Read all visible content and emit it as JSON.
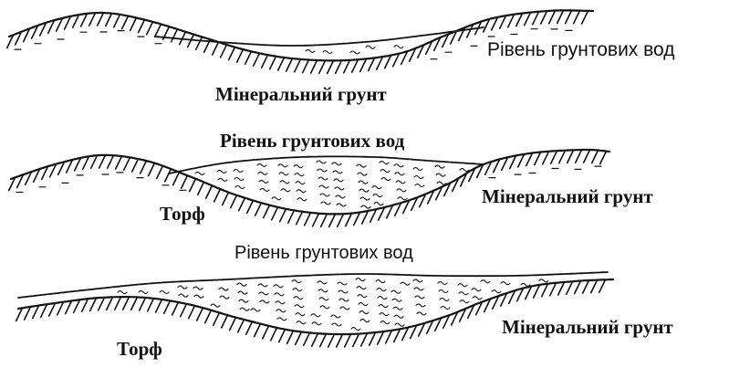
{
  "panels": [
    {
      "id": "stage-1",
      "labels": {
        "water_level": "Рівень грунтових вод",
        "mineral_soil": "Мінеральний грунт"
      }
    },
    {
      "id": "stage-2",
      "labels": {
        "water_level": "Рівень грунтових вод",
        "mineral_soil": "Мінеральний грунт",
        "peat": "Торф"
      }
    },
    {
      "id": "stage-3",
      "labels": {
        "water_level": "Рівень грунтових вод",
        "mineral_soil": "Мінеральний грунт",
        "peat": "Торф"
      }
    }
  ],
  "colors": {
    "ink": "#111111",
    "background": "#ffffff"
  }
}
